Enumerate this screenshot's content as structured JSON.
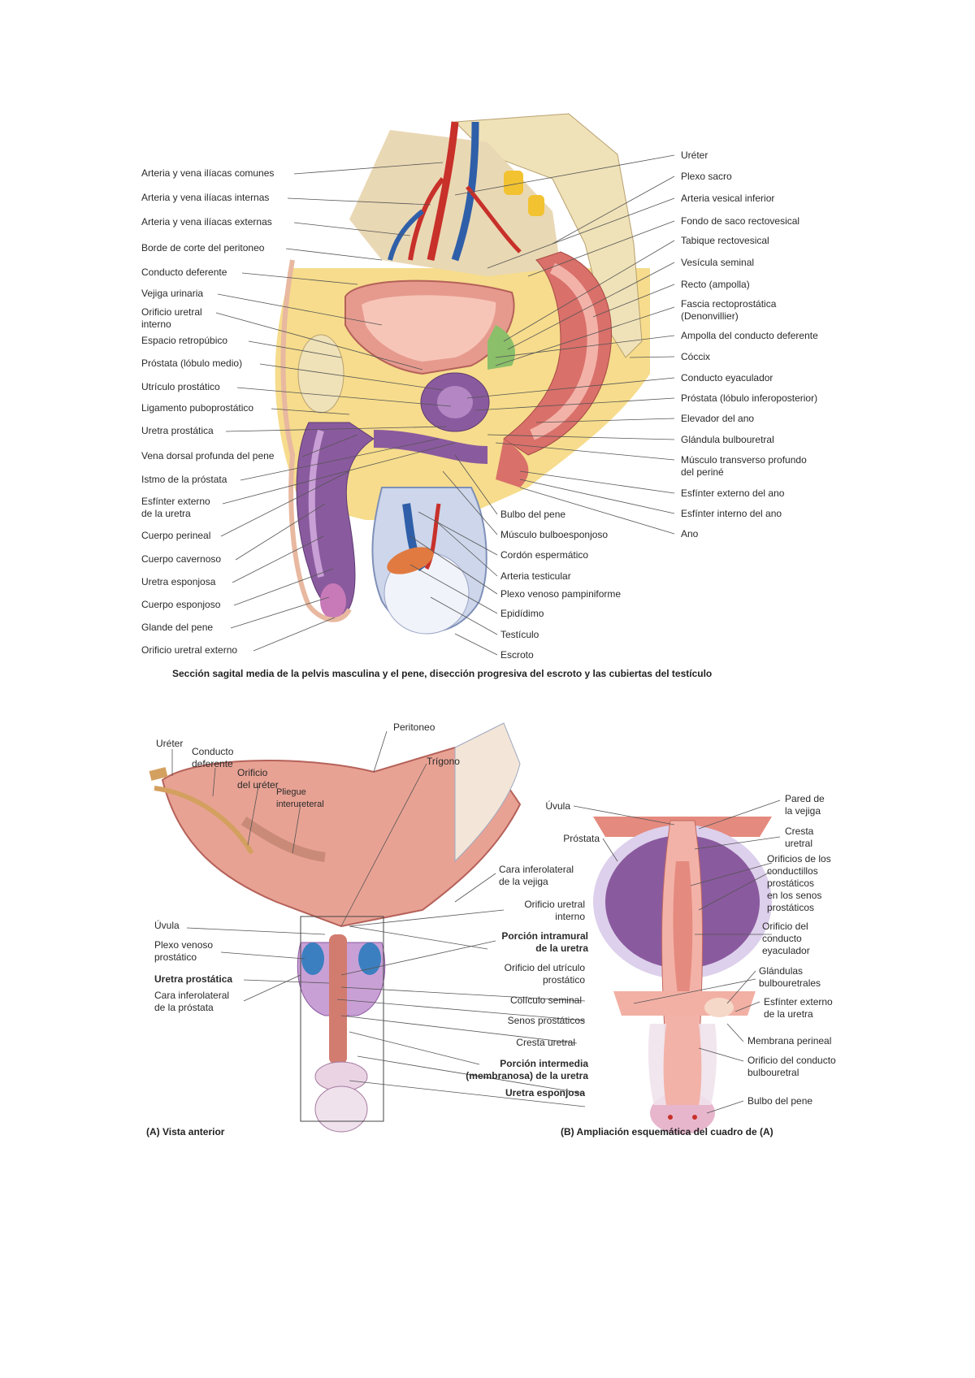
{
  "top": {
    "caption": "Sección sagital media de la pelvis masculina y el pene, disección progresiva del escroto y las cubiertas del testículo",
    "left_labels": [
      "Arteria y vena ilíacas comunes",
      "Arteria y vena ilíacas internas",
      "Arteria y vena ilíacas externas",
      "Borde de corte del peritoneo",
      "Conducto deferente",
      "Vejiga urinaria",
      "Orificio uretral\ninterno",
      "Espacio retropúbico",
      "Próstata (lóbulo medio)",
      "Utrículo prostático",
      "Ligamento puboprostático",
      "Uretra prostática",
      "Vena dorsal profunda del pene",
      "Istmo de la próstata",
      "Esfínter externo\nde la uretra",
      "Cuerpo perineal",
      "Cuerpo cavernoso",
      "Uretra esponjosa",
      "Cuerpo esponjoso",
      "Glande del pene",
      "Orificio uretral externo"
    ],
    "right_labels": [
      "Uréter",
      "Plexo sacro",
      "Arteria vesical inferior",
      "Fondo de saco rectovesical",
      "Tabique rectovesical",
      "Vesícula seminal",
      "Recto (ampolla)",
      "Fascia rectoprostática\n(Denonvillier)",
      "Ampolla del conducto deferente",
      "Cóccix",
      "Conducto eyaculador",
      "Próstata (lóbulo inferoposterior)",
      "Elevador del ano",
      "Glándula bulbouretral",
      "Músculo transverso profundo\ndel periné",
      "Esfínter externo del ano",
      "Esfínter interno del ano",
      "Ano"
    ],
    "center_labels": [
      "Bulbo del pene",
      "Músculo bulboesponjoso",
      "Cordón espermático",
      "Arteria testicular",
      "Plexo venoso pampiniforme",
      "Epidídimo",
      "Testículo",
      "Escroto"
    ]
  },
  "bottom_a": {
    "caption": "(A) Vista anterior",
    "labels": {
      "ureter": "Uréter",
      "conducto": "Conducto\ndeferente",
      "orificio_ureter": "Orificio\ndel uréter",
      "pliegue": "Pliegue\ninterureteral",
      "peritoneo": "Peritoneo",
      "trigono": "Trígono",
      "cara_vejiga": "Cara inferolateral\nde la vejiga",
      "orificio_int": "Orificio uretral\ninterno",
      "porcion_intramural": "Porción intramural\nde la uretra",
      "uvula": "Úvula",
      "plexo": "Plexo venoso\nprostático",
      "uretra_prost": "Uretra prostática",
      "cara_prostata": "Cara inferolateral\nde la próstata",
      "orificio_utriculo": "Orificio del utrículo\nprostático",
      "coliculo": "Colículo seminal",
      "senos": "Senos prostáticos",
      "cresta": "Cresta uretral",
      "porcion_intermedia": "Porción intermedia\n(membranosa) de la uretra",
      "uretra_esponjosa": "Uretra esponjosa"
    }
  },
  "bottom_b": {
    "caption": "(B) Ampliación esquemática del cuadro de (A)",
    "labels": {
      "uvula": "Úvula",
      "prostata": "Próstata",
      "pared": "Pared de\nla vejiga",
      "cresta": "Cresta\nuretral",
      "orificios": "Orificios de los\nconductillos\nprostáticos\nen los senos\nprostáticos",
      "orificio_eyac": "Orificio del\nconducto\neyaculador",
      "glandulas": "Glándulas\nbulbouretrales",
      "esfinter": "Esfínter externo\nde la uretra",
      "membrana": "Membrana perineal",
      "orificio_bulbo": "Orificio del conducto\nbulbouretral",
      "bulbo": "Bulbo del pene"
    }
  },
  "colors": {
    "artery": "#c8302a",
    "vein": "#2f5fa8",
    "bladder": "#e69a8e",
    "prostate": "#8a5a9e",
    "fat": "#f6dc8c",
    "bone": "#efe2b8",
    "muscle": "#d9706a"
  }
}
